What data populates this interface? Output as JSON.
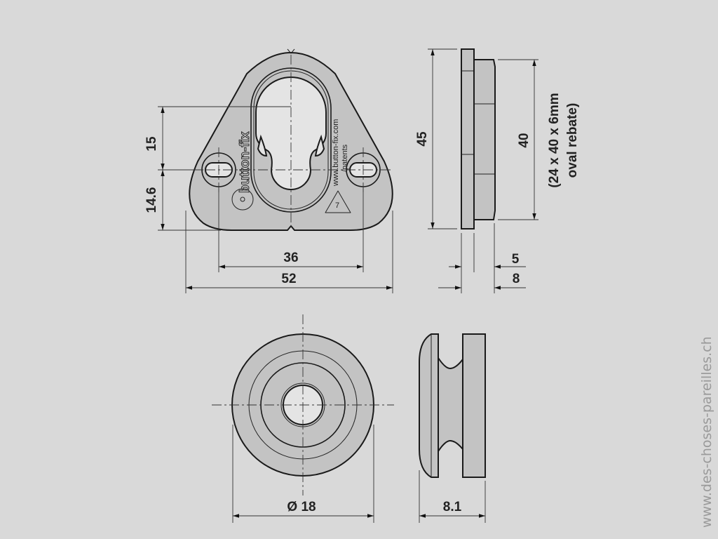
{
  "front_view": {
    "brand": "button-fix",
    "url_line1": "www.button-fix.com",
    "url_line2": "/patents",
    "recycle_code": "7",
    "dim_15": "15",
    "dim_14_6": "14.6",
    "dim_36": "36",
    "dim_52": "52"
  },
  "side_view": {
    "dim_45": "45",
    "dim_40": "40",
    "note_line1": "(24 x 40 x 6mm",
    "note_line2": "oval rebate)",
    "dim_5": "5",
    "dim_8": "8"
  },
  "button_view": {
    "dim_diameter": "Ø 18",
    "dim_width": "8.1"
  },
  "watermark": "www.des-choses-pareilles.ch",
  "colors": {
    "background": "#d9d9d9",
    "part": "#c3c3c3",
    "line": "#1a1a1a"
  }
}
